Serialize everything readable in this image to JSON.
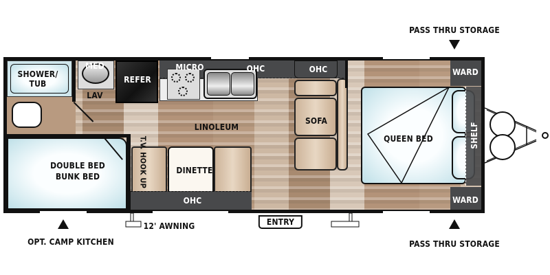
{
  "labels": {
    "shower_tub": "SHOWER/ TUB",
    "med": "MED",
    "lav": "LAV",
    "refer": "REFER",
    "micro": "MICRO",
    "ohc": "OHC",
    "sofa": "SOFA",
    "ward": "WARD",
    "queen_bed": "QUEEN BED",
    "shelf": "SHELF",
    "linoleum": "LINOLEUM",
    "tv_hookup": "T.V. HOOK UP",
    "dinette": "DINETTE",
    "double_bunk_1": "DOUBLE BED",
    "double_bunk_2": "BUNK BED",
    "awning": "12' AWNING",
    "entry": "ENTRY",
    "pass_thru_storage": "PASS THRU STORAGE",
    "opt_camp_kitchen": "OPT. CAMP KITCHEN"
  },
  "colors": {
    "wall": "#111111",
    "cabinet": "#48494b",
    "bed": "#cfe9ef",
    "floor": "#b89a80"
  }
}
